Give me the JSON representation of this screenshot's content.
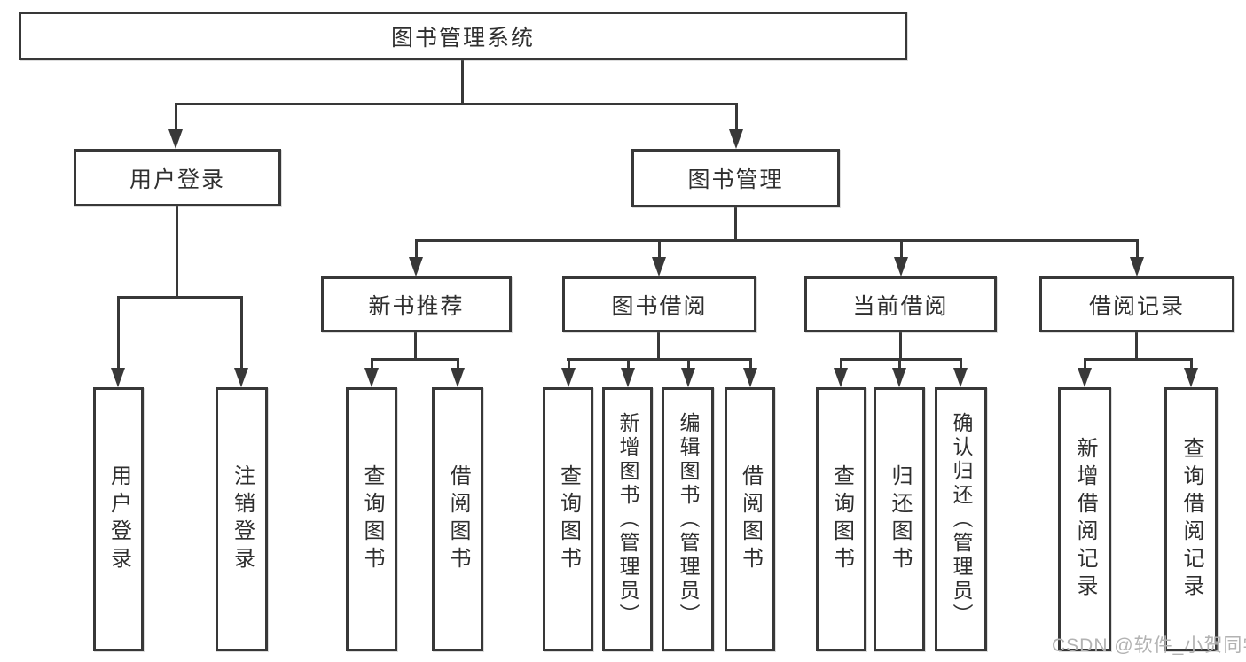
{
  "diagram": {
    "root": {
      "label": "图书管理系统"
    },
    "level2": [
      {
        "label": "用户登录"
      },
      {
        "label": "图书管理"
      }
    ],
    "level3": [
      {
        "label": "新书推荐"
      },
      {
        "label": "图书借阅"
      },
      {
        "label": "当前借阅"
      },
      {
        "label": "借阅记录"
      }
    ],
    "leaves": [
      {
        "label": "用户登录"
      },
      {
        "label": "注销登录"
      },
      {
        "label": "查询图书"
      },
      {
        "label": "借阅图书"
      },
      {
        "label": "查询图书"
      },
      {
        "label": "新增图书（管理员）"
      },
      {
        "label": "编辑图书（管理员）"
      },
      {
        "label": "借阅图书"
      },
      {
        "label": "查询图书"
      },
      {
        "label": "归还图书"
      },
      {
        "label": "确认归还（管理员）"
      },
      {
        "label": "新增借阅记录"
      },
      {
        "label": "查询借阅记录"
      }
    ]
  },
  "watermark": "CSDN @软件_小贺同学",
  "colors": {
    "line": "#383838",
    "text": "#2f2f2f",
    "watermark": "#b2b2b2",
    "background": "#ffffff"
  }
}
